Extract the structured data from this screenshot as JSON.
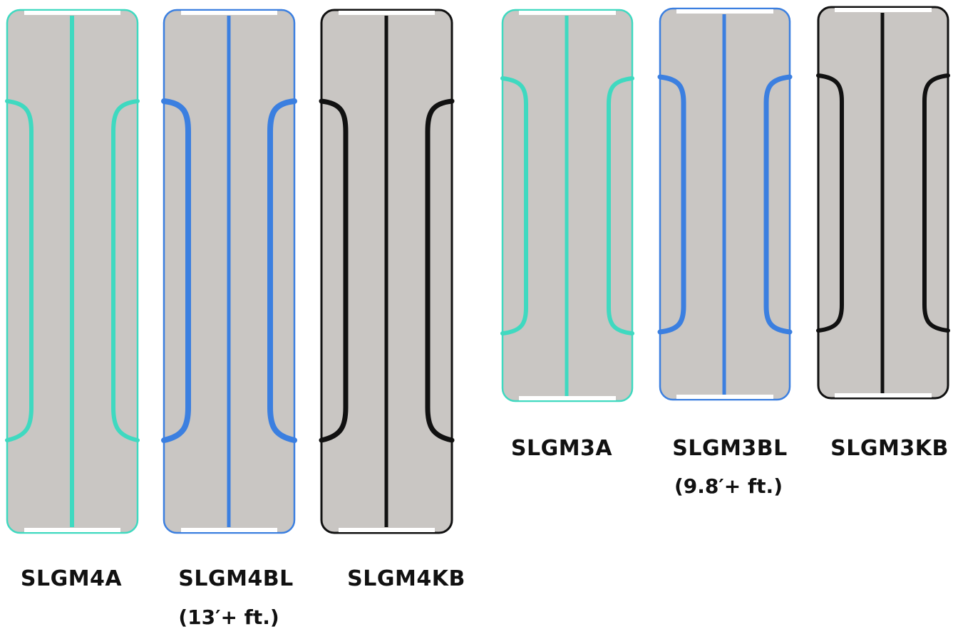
{
  "colors": {
    "mat_fill": "#c9c6c3",
    "aqua": "#3fd9c0",
    "blue": "#3b7fe0",
    "black": "#111111",
    "end_strip": "#ffffff"
  },
  "mats": [
    {
      "id": "slgm4a",
      "label": "SLGM4A",
      "sublabel": "",
      "color_name": "aqua",
      "size": "13-ft"
    },
    {
      "id": "slgm4bl",
      "label": "SLGM4BL",
      "sublabel": "(13′+ ft.)",
      "color_name": "blue",
      "size": "13-ft"
    },
    {
      "id": "slgm4kb",
      "label": "SLGM4KB",
      "sublabel": "",
      "color_name": "black",
      "size": "13-ft"
    },
    {
      "id": "slgm3a",
      "label": "SLGM3A",
      "sublabel": "",
      "color_name": "aqua",
      "size": "9.8-ft"
    },
    {
      "id": "slgm3bl",
      "label": "SLGM3BL",
      "sublabel": "(9.8′+ ft.)",
      "color_name": "blue",
      "size": "9.8-ft"
    },
    {
      "id": "slgm3kb",
      "label": "SLGM3KB",
      "sublabel": "",
      "color_name": "black",
      "size": "9.8-ft"
    }
  ]
}
